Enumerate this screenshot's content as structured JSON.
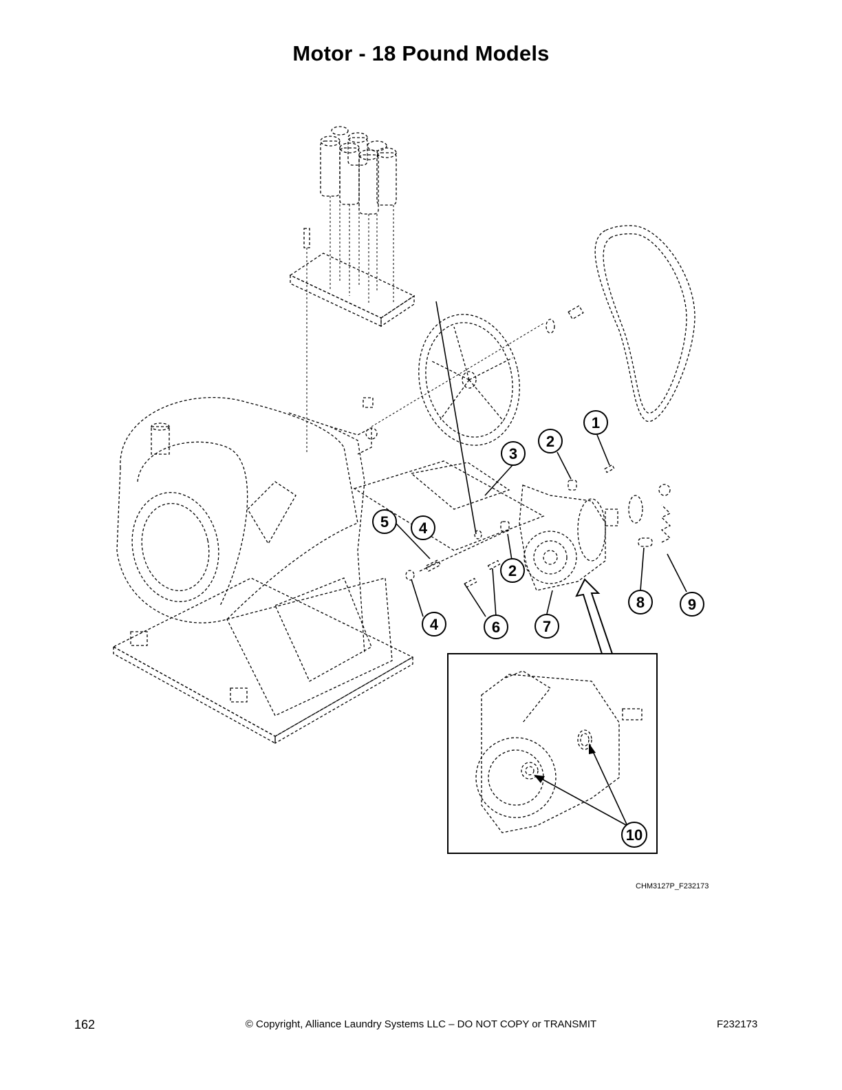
{
  "page": {
    "title": "Motor - 18 Pound Models",
    "diagram_code": "CHM3127P_F232173",
    "page_number": "162",
    "copyright": "© Copyright, Alliance Laundry Systems LLC – DO NOT COPY or TRANSMIT",
    "doc_id": "F232173"
  },
  "callouts": [
    {
      "id": "c1",
      "label": "1"
    },
    {
      "id": "c2a",
      "label": "2"
    },
    {
      "id": "c3",
      "label": "3"
    },
    {
      "id": "c4a",
      "label": "4"
    },
    {
      "id": "c5",
      "label": "5"
    },
    {
      "id": "c2b",
      "label": "2"
    },
    {
      "id": "c4b",
      "label": "4"
    },
    {
      "id": "c6",
      "label": "6"
    },
    {
      "id": "c7",
      "label": "7"
    },
    {
      "id": "c8",
      "label": "8"
    },
    {
      "id": "c9",
      "label": "9"
    },
    {
      "id": "c10",
      "label": "10"
    }
  ]
}
